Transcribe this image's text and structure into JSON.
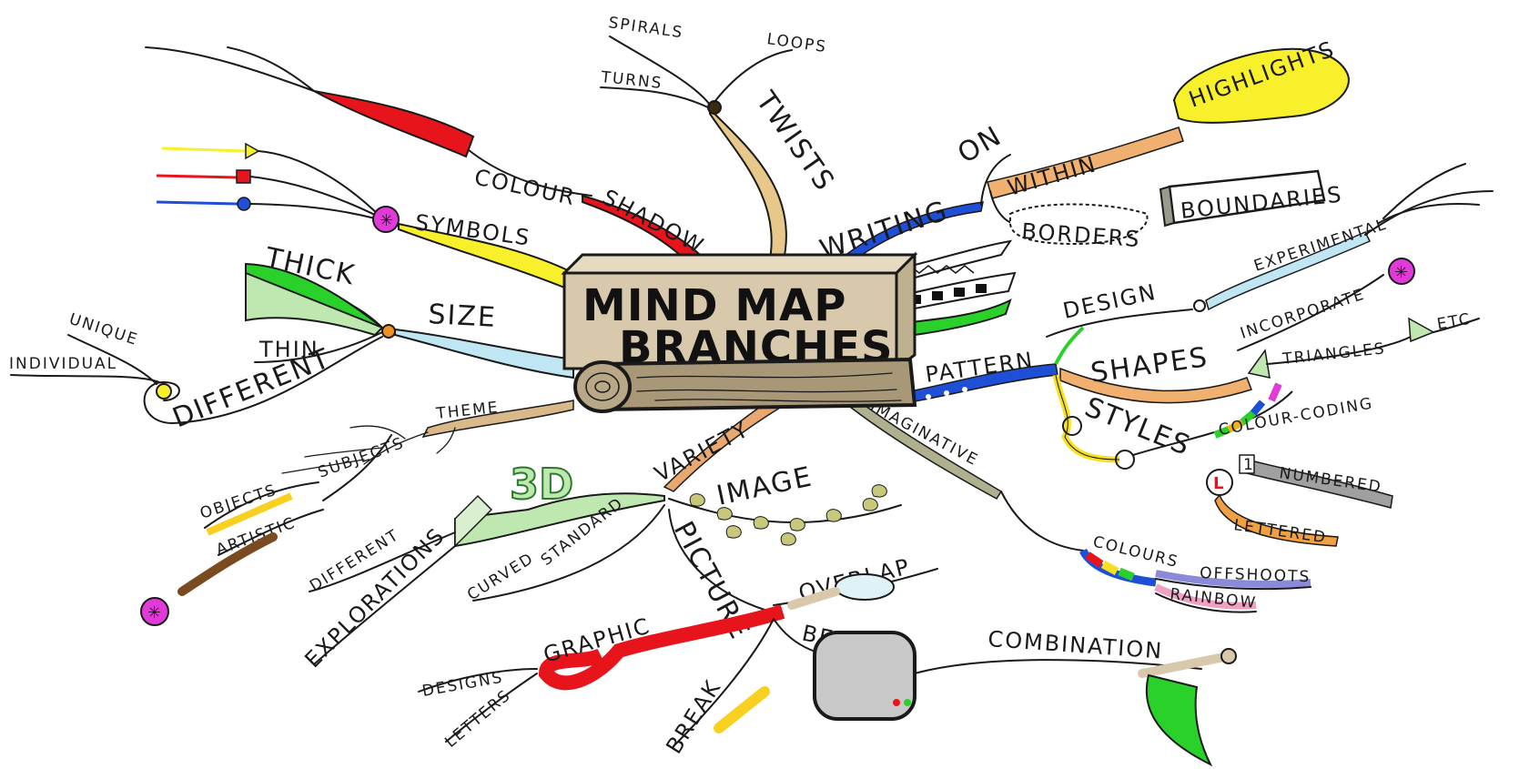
{
  "title": {
    "line1": "MIND MAP",
    "line2": "BRANCHES"
  },
  "labels": {
    "colour": "COLOUR",
    "shadow": "SHADOW",
    "symbols": "SYMBOLS",
    "thick": "THICK",
    "thin": "THIN",
    "size": "SIZE",
    "unique": "UNIQUE",
    "individual": "INDIVIDUAL",
    "different1": "DIFFERENT",
    "theme": "THEME",
    "subjects": "SUBJECTS",
    "objects": "OBJECTS",
    "artistic": "ARTISTIC",
    "spirals": "SPIRALS",
    "loops": "LOOPS",
    "turns": "TURNS",
    "twists": "TWISTS",
    "writing": "WRITING",
    "on": "ON",
    "within": "WITHIN",
    "highlights": "HIGHLIGHTS",
    "borders": "BORDERS",
    "boundaries": "BOUNDARIES",
    "experimental": "EXPERIMENTAL",
    "design": "DESIGN",
    "incorporate": "INCORPORATE",
    "pattern": "PATTERN",
    "shapes": "SHAPES",
    "triangles": "TRIANGLES",
    "etc": "ETC",
    "styles": "STYLES",
    "colour_coding": "COLOUR-CODING",
    "numbered": "NUMBERED",
    "lettered": "LETTERED",
    "imaginative": "IMAGINATIVE",
    "colours": "COLOURS",
    "offshoots": "OFFSHOOTS",
    "rainbow": "RAINBOW",
    "variety": "VARIETY",
    "three_d": "3D",
    "image": "IMAGE",
    "different2": "DIFFERENT",
    "explorations": "EXPLORATIONS",
    "curved": "CURVED",
    "standard": "STANDARD",
    "picture": "PICTURE",
    "overlap": "OVERLAP",
    "graphic": "GRAPHIC",
    "designs": "DESIGNS",
    "letters": "LETTERS",
    "behind": "BEHIND",
    "combination": "COMBINATION",
    "break": "BREAK"
  },
  "colors": {
    "red": "#e8141b",
    "yellow": "#f7f02a",
    "blue": "#1f4fd6",
    "green": "#2ad12a",
    "lightgreen": "#bfe8b0",
    "lightblue": "#bfe6f2",
    "orange": "#f0b070",
    "tan": "#e8c88a",
    "magenta": "#e23ad8",
    "box": "#d8c9ad",
    "log": "#9a8a70"
  }
}
